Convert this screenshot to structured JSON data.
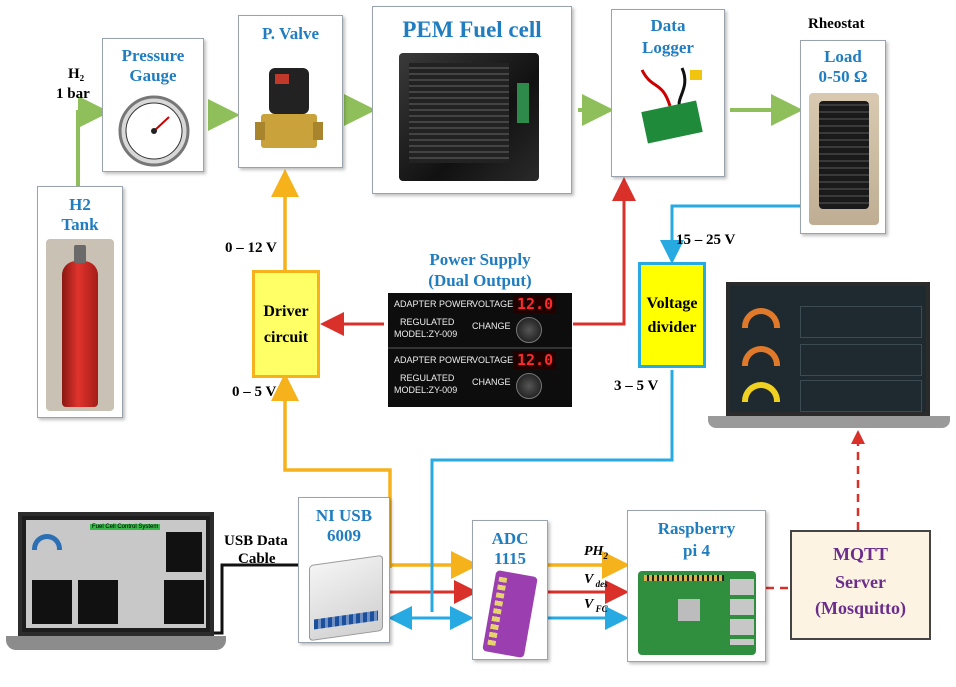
{
  "tank": {
    "title_line1": "H2",
    "title_line2": "Tank"
  },
  "inlet": {
    "gas": "H₂",
    "pressure": "1 bar"
  },
  "gauge": {
    "title_line1": "Pressure",
    "title_line2": "Gauge"
  },
  "valve": {
    "title": "P. Valve"
  },
  "fuel_cell": {
    "title": "PEM Fuel cell"
  },
  "logger": {
    "title_line1": "Data",
    "title_line2": "Logger"
  },
  "load": {
    "header": "Rheostat",
    "title_line1": "Load",
    "title_line2": "0-50 Ω"
  },
  "power_supply": {
    "title_line1": "Power Supply",
    "title_line2": "(Dual Output)",
    "unit1": {
      "brand": "ADAPTER POWER",
      "voltage_label": "VOLTAGE",
      "reading": "12.0",
      "model1": "REGULATED",
      "model2": "MODEL:ZY-009",
      "change_label": "CHANGE"
    },
    "unit2": {
      "brand": "ADAPTER POWER",
      "voltage_label": "VOLTAGE",
      "reading": "12.0",
      "model1": "REGULATED",
      "model2": "MODEL:ZY-009",
      "change_label": "CHANGE"
    }
  },
  "driver": {
    "title_line1": "Driver",
    "title_line2": "circuit"
  },
  "voltage_divider": {
    "title_line1": "Voltage",
    "title_line2": "divider"
  },
  "labels": {
    "v_0_12": "0 – 12 V",
    "v_0_5": "0 – 5 V",
    "v_15_25": "15 – 25 V",
    "v_3_5": "3 – 5 V",
    "usb_line1": "USB Data",
    "usb_line2": "Cable"
  },
  "ni": {
    "title_line1": "NI USB",
    "title_line2": "6009"
  },
  "adc": {
    "title_line1": "ADC",
    "title_line2": "1115"
  },
  "signals": {
    "ph2_main": "PH",
    "ph2_sub": "2",
    "vdes_main": "V",
    "vdes_sub": " des",
    "vfc_main": "V",
    "vfc_sub": " FC"
  },
  "raspberry": {
    "title_line1": "Raspberry",
    "title_line2": "pi 4"
  },
  "mqtt": {
    "title_line1": "MQTT",
    "title_line2": "Server",
    "title_line3": "(Mosquitto)"
  },
  "laptop_left": {
    "screen_title": "Fuel Cell Control System"
  },
  "colors": {
    "gas": "#8fbf5a",
    "orange": "#f5b21b",
    "red": "#d9302a",
    "blue": "#27a9e1",
    "title_blue": "#1f7dc0",
    "mqtt_purple": "#6b2d8c",
    "driver_fill": "#ffff66",
    "divider_fill": "#ffff00"
  }
}
